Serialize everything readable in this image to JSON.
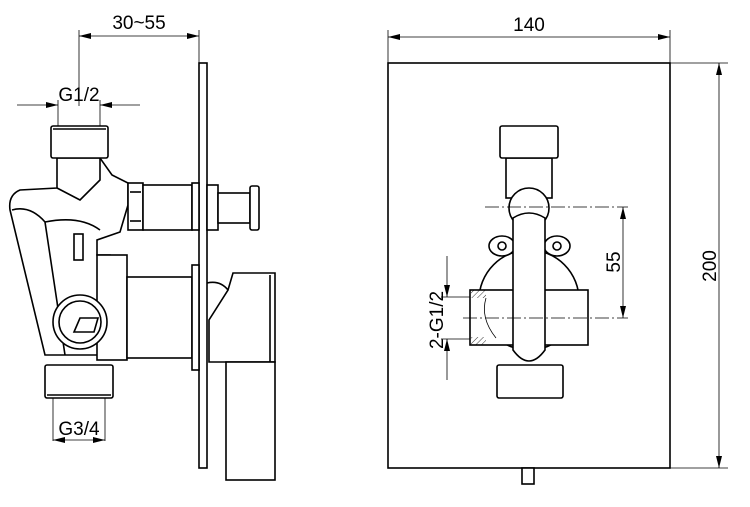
{
  "side_view": {
    "dim_depth": "30~55",
    "dim_top_inlet": "G1/2",
    "dim_bottom_outlet": "G3/4"
  },
  "front_view": {
    "dim_width": "140",
    "dim_height": "200",
    "dim_center_distance": "55",
    "dim_ports": "2-G1/2"
  }
}
